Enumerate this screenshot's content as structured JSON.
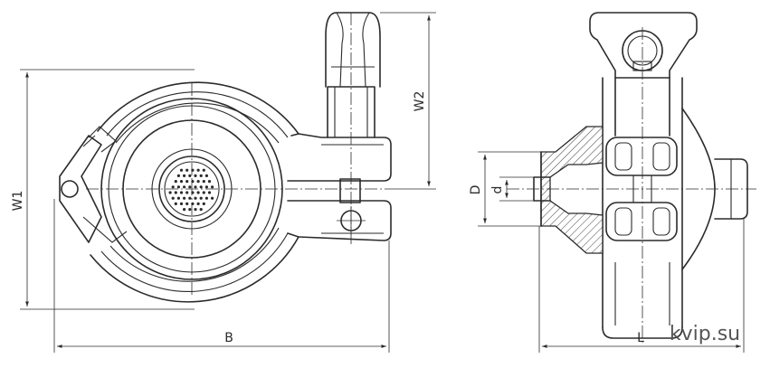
{
  "dimensions": {
    "W1": "W1",
    "W2": "W2",
    "B": "B",
    "L": "L",
    "D": "D",
    "d": "d"
  },
  "watermark": "kvip.su"
}
